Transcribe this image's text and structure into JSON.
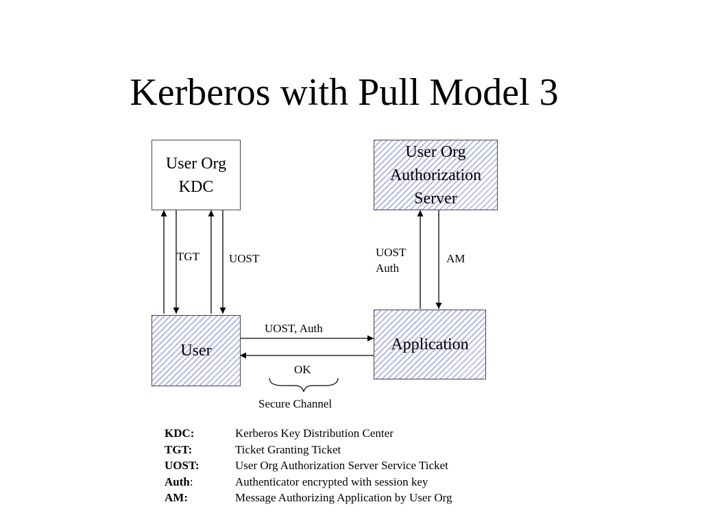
{
  "title": "Kerberos with Pull Model 3",
  "nodes": {
    "kdc": "User Org\nKDC",
    "auth_server": "User Org\nAuthorization\nServer",
    "user": "User",
    "application": "Application"
  },
  "edge_labels": {
    "tgt": "TGT",
    "uost": "UOST",
    "uost_auth_vertical": "UOST\nAuth",
    "am": "AM",
    "uost_auth_horizontal": "UOST, Auth",
    "ok": "OK",
    "secure_channel": "Secure Channel"
  },
  "legend": [
    {
      "term": "KDC",
      "sep": ":",
      "sep_bold": true,
      "definition": "Kerberos Key Distribution Center"
    },
    {
      "term": "TGT",
      "sep": ":",
      "sep_bold": true,
      "definition": "Ticket Granting Ticket"
    },
    {
      "term": "UOST",
      "sep": ":",
      "sep_bold": true,
      "definition": "User Org Authorization Server Service Ticket"
    },
    {
      "term": "Auth",
      "sep": ":",
      "sep_bold": false,
      "definition": "Authenticator encrypted with session key"
    },
    {
      "term": "AM",
      "sep": ":",
      "sep_bold": true,
      "definition": "Message Authorizing Application by User Org"
    }
  ]
}
